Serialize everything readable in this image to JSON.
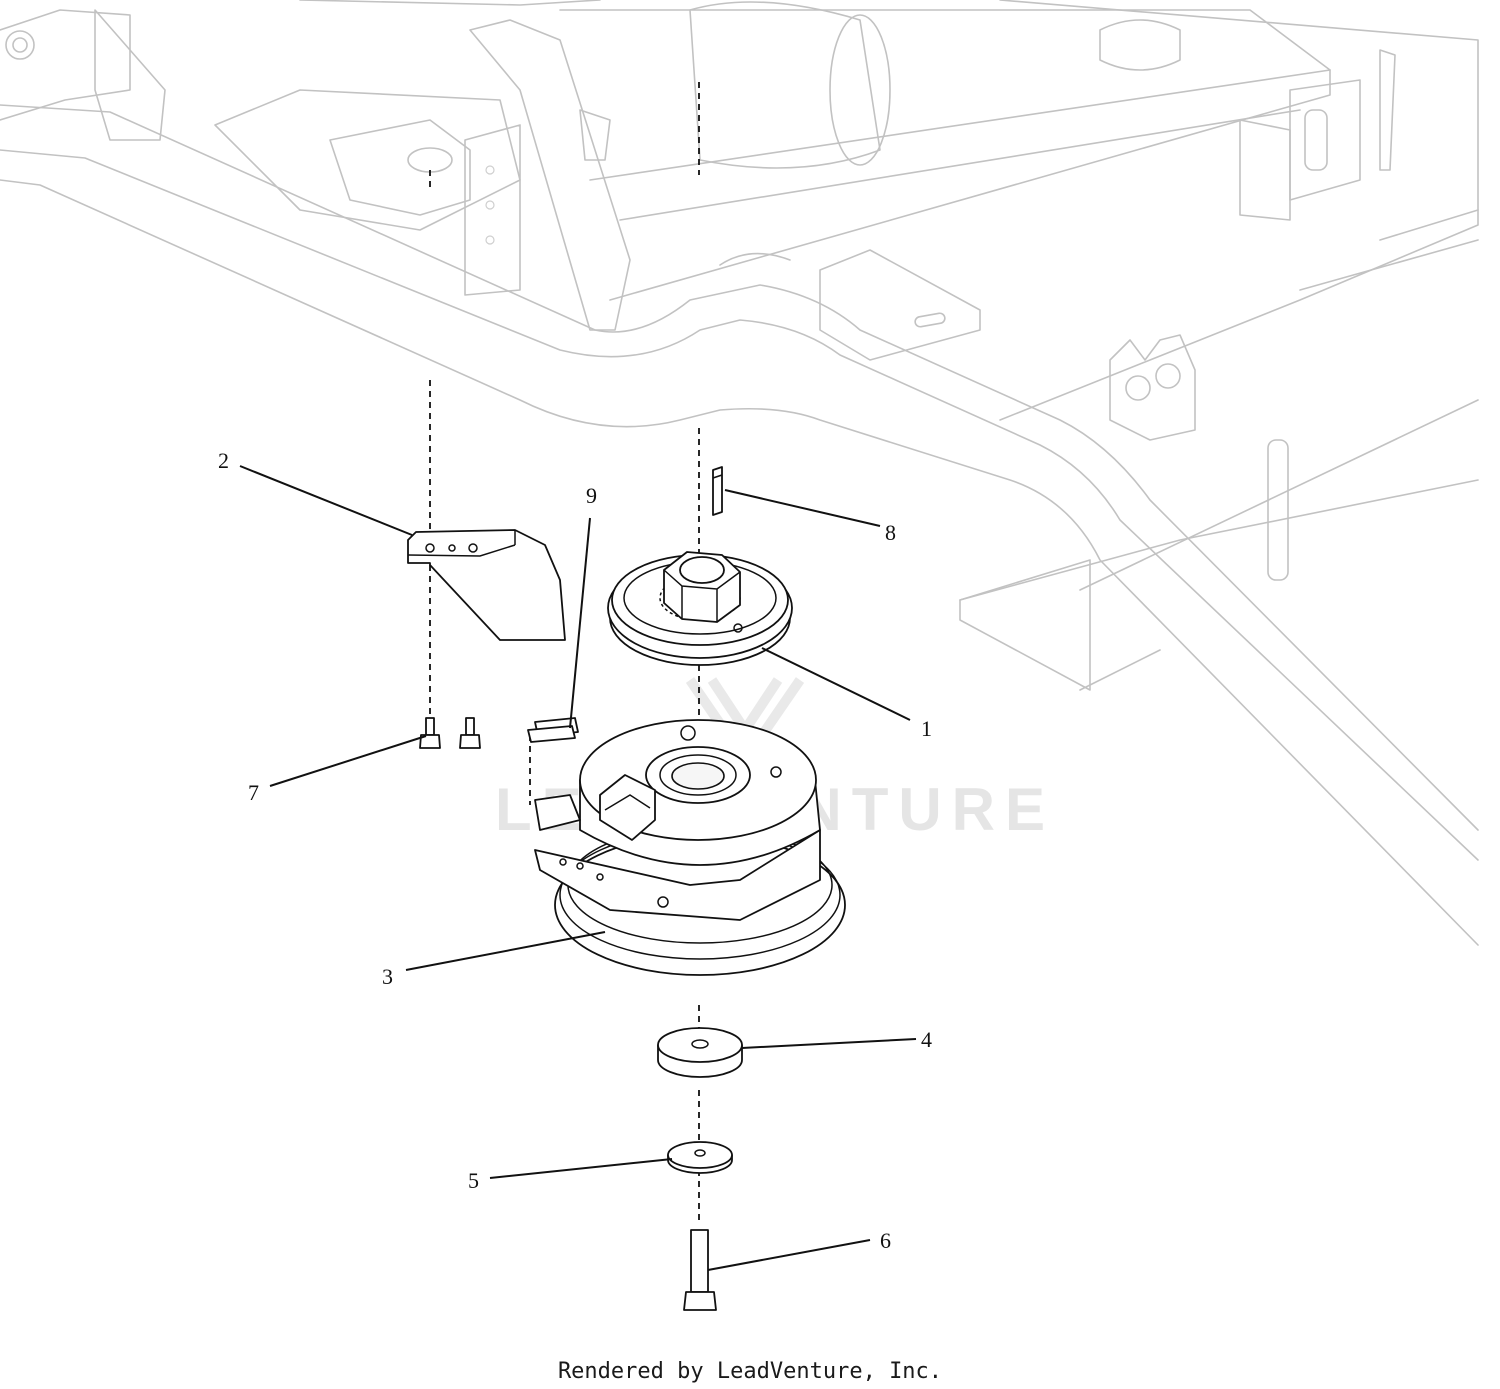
{
  "callouts": [
    {
      "label": "1"
    },
    {
      "label": "2"
    },
    {
      "label": "3"
    },
    {
      "label": "4"
    },
    {
      "label": "5"
    },
    {
      "label": "6"
    },
    {
      "label": "7"
    },
    {
      "label": "8"
    },
    {
      "label": "9"
    }
  ],
  "watermark": {
    "text": "LEADVENTURE"
  },
  "footer": {
    "text": "Rendered by LeadVenture, Inc."
  },
  "colors": {
    "line": "#111111",
    "frame": "#c2c2c2",
    "watermark": "#e5e5e5"
  }
}
